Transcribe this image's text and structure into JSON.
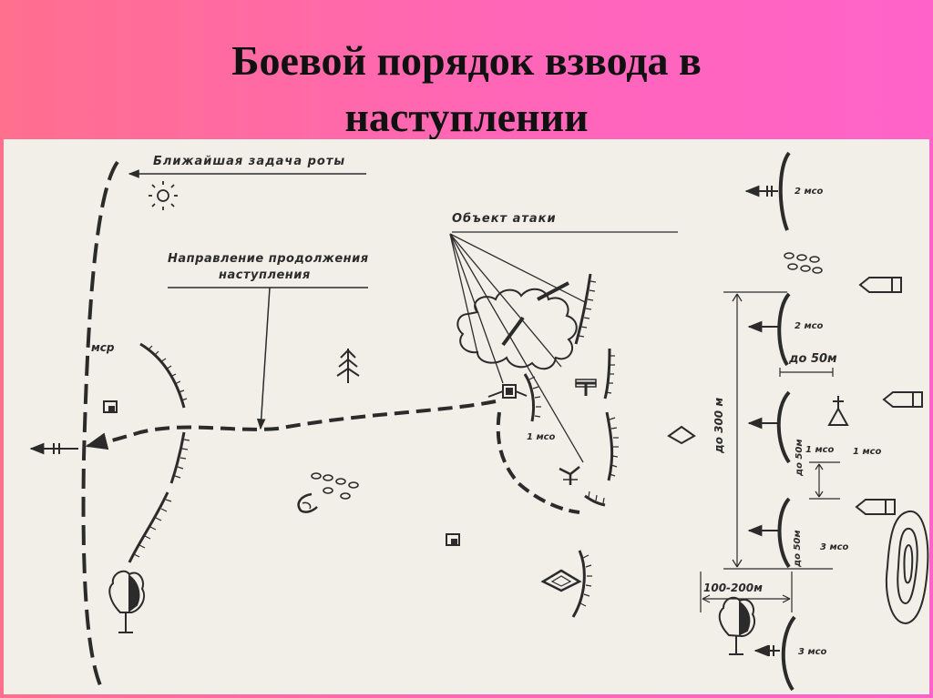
{
  "title": {
    "line1": "Боевой порядок взвода в",
    "line2": "наступлении"
  },
  "labels": {
    "nearest_task": "Ближайшая задача роты",
    "attack_object": "Объект атаки",
    "continue_direction_1": "Направление продолжения",
    "continue_direction_2": "наступления",
    "msr": "мср",
    "platoon_1": "1 мсо",
    "right_2mso_top": "2 мсо",
    "right_2mso_mid": "2 мсо",
    "right_1mso": "1 мсо",
    "right_1mso_b": "1 мсо",
    "right_3mso": "3 мсо",
    "right_3mso_bottom": "3 мсо",
    "dist_50_a": "до 50м",
    "dist_50_b": "до 50м",
    "dist_50_c": "до 50м",
    "dist_300": "до 300 м",
    "dist_100_200": "100-200м"
  },
  "icons": {
    "sun": "sun-icon",
    "fir": "fir-tree-icon",
    "tree": "deciduous-tree-icon",
    "marsh": "marsh-contour-icon"
  },
  "colors": {
    "ink": "#2b2b2b",
    "paper": "#f1efe8"
  }
}
